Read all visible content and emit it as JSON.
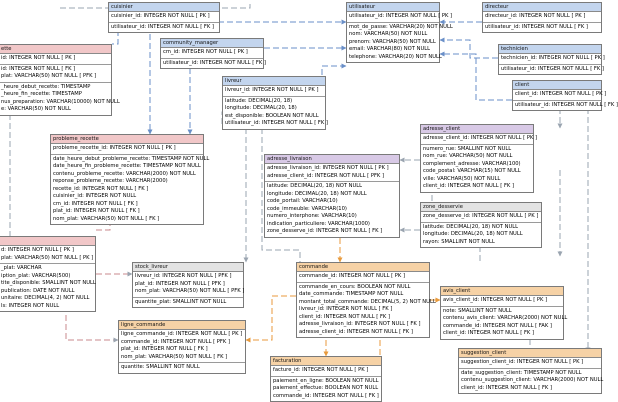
{
  "colors": {
    "blue": "#c3d5ee",
    "pink": "#f1c7c8",
    "purple": "#d8c9e6",
    "grey": "#e3e3e3",
    "orange": "#f6d2a6",
    "link_blue": "#6a8fc8",
    "link_orange": "#e89a3c",
    "link_grey": "#9aa4b0"
  },
  "tables": [
    {
      "key": "cuisinier",
      "title": "cuisinier",
      "color": "blue",
      "sections": [
        [
          "cuisinier_id: INTEGER  NOT NULL  [ PK ]"
        ],
        [
          "utilisateur_id: INTEGER  NOT NULL  [ FK ]"
        ]
      ]
    },
    {
      "key": "utilisateur",
      "title": "utilisateur",
      "color": "blue",
      "sections": [
        [
          "utilisateur_id: INTEGER  NOT NULL  [ PK ]"
        ],
        [
          "mot_de_passe: VARCHAR(20)  NOT NULL",
          "nom: VARCHAR(50)  NOT NULL",
          "prenom: VARCHAR(50)  NOT NULL",
          "email: VARCHAR(80)  NOT NULL",
          "telephone: VARCHAR(20)  NOT NULL"
        ]
      ]
    },
    {
      "key": "directeur",
      "title": "directeur",
      "color": "blue",
      "sections": [
        [
          "directeur_id: INTEGER  NOT NULL  [ PK ]"
        ],
        [
          "utilisateur_id: INTEGER  NOT NULL  [ FK ]"
        ]
      ]
    },
    {
      "key": "recette",
      "title": "ette",
      "color": "pink",
      "sections": [
        [
          "id: INTEGER  NOT NULL  [ PK ]"
        ],
        [
          "id: INTEGER  NOT NULL  [ FK ]",
          "plat: VARCHAR(50)  NOT NULL  [ PFK ]"
        ],
        [
          "_heure_debut_recette: TIMESTAMP",
          "_heure_fin_recette: TIMESTAMP",
          "nus_preparation: VARCHAR(10000)  NOT NULL",
          "e: VARCHAR(50)  NOT NULL"
        ]
      ]
    },
    {
      "key": "community_manager",
      "title": "community_manager",
      "color": "blue",
      "sections": [
        [
          "cm_id: INTEGER  NOT NULL  [ PK ]"
        ],
        [
          "utilisateur_id: INTEGER  NOT NULL  [ FK ]"
        ]
      ]
    },
    {
      "key": "technicien",
      "title": "technicien",
      "color": "blue",
      "sections": [
        [
          "technicien_id: INTEGER  NOT NULL  [ PK ]"
        ],
        [
          "utilisateur_id: INTEGER  NOT NULL  [ FK ]"
        ]
      ]
    },
    {
      "key": "livreur",
      "title": "livreur",
      "color": "blue",
      "sections": [
        [
          "livreur_id: INTEGER  NOT NULL  [ PK ]"
        ],
        [
          "latitude: DECIMAL(20, 18)",
          "longitude: DECIMAL(20, 18)",
          "est_disponible: BOOLEAN  NOT NULL",
          "utilisateur_id: INTEGER  NOT NULL  [ FK ]"
        ]
      ]
    },
    {
      "key": "client",
      "title": "client",
      "color": "blue",
      "sections": [
        [
          "client_id: INTEGER  NOT NULL  [ PK ]"
        ],
        [
          "utilisateur_id: INTEGER  NOT NULL  [ FK ]"
        ]
      ]
    },
    {
      "key": "probleme_recette",
      "title": "probleme_recette",
      "color": "pink",
      "sections": [
        [
          "probleme_recette_id: INTEGER  NOT NULL  [ PK ]"
        ],
        [
          "date_heure_debut_probleme_recette: TIMESTAMP  NOT NULL",
          "date_heure_fin_probleme_recette: TIMESTAMP  NOT NULL",
          "contenu_probleme_recette: VARCHAR(2000)  NOT NULL",
          "reponse_probleme_recette: VARCHAR(2000)",
          "recette_id: INTEGER  NOT NULL  [ FK ]",
          "cuisinier_id: INTEGER  NOT NULL",
          "cm_id: INTEGER  NOT NULL  [ FK ]",
          "plat_id: INTEGER  NOT NULL  [ FK ]",
          "nom_plat: VARCHAR(50)  NOT NULL  [ FK ]"
        ]
      ]
    },
    {
      "key": "adresse_client",
      "title": "adresse_client",
      "color": "purple",
      "sections": [
        [
          "adresse_client_id: INTEGER  NOT NULL  [ PK ]"
        ],
        [
          "numero_rue: SMALLINT  NOT NULL",
          "nom_rue: VARCHAR(50)  NOT NULL",
          "complement_adresse: VARCHAR(100)",
          "code_postal: VARCHAR(15)  NOT NULL",
          "ville: VARCHAR(50)  NOT NULL",
          "client_id: INTEGER  NOT NULL  [ FK ]"
        ]
      ]
    },
    {
      "key": "adresse_livraison",
      "title": "adresse_livraison",
      "color": "purple",
      "sections": [
        [
          "adresse_livraison_id: INTEGER  NOT NULL  [ PK ]",
          "adresse_client_id: INTEGER  NOT NULL  [ PFK ]"
        ],
        [
          "latitude: DECIMAL(20, 18)  NOT NULL",
          "longitude: DECIMAL(20, 18)  NOT NULL",
          "code_portail: VARCHAR(10)",
          "code_immeuble: VARCHAR(10)",
          "numero_interphone: VARCHAR(10)",
          "indication_particuliere: VARCHAR(1000)",
          "zone_desserve_id: INTEGER  NOT NULL  [ FK ]"
        ]
      ]
    },
    {
      "key": "zone_desservie",
      "title": "zone_desservie",
      "color": "grey",
      "sections": [
        [
          "zone_desserve_id: INTEGER  NOT NULL  [ PK ]"
        ],
        [
          "latitude: DECIMAL(20, 18)  NOT NULL",
          "longitude: DECIMAL(20, 18)  NOT NULL",
          "rayon: SMALLINT  NOT NULL"
        ]
      ]
    },
    {
      "key": "plat",
      "title": "",
      "color": "pink",
      "sections": [
        [
          "d: INTEGER  NOT NULL  [ PK ]",
          "plat: VARCHAR(50)  NOT NULL  [ PK ]"
        ],
        [
          "_plat: VARCHAR",
          "iption_plat: VARCHAR(500)",
          "tite_disponible: SMALLINT  NOT NULL",
          "publication: DATE  NOT NULL",
          "unitaire: DECIMAL(4, 2)  NOT NULL",
          "ls: INTEGER  NOT NULL"
        ]
      ]
    },
    {
      "key": "stock_livreur",
      "title": "stock_livreur",
      "color": "grey",
      "sections": [
        [
          "livreur_id: INTEGER  NOT NULL  [ PFK ]",
          "plat_id: INTEGER  NOT NULL  [ PFK ]",
          "nom_plat: VARCHAR(50)  NOT NULL  [ PFK ]"
        ],
        [
          "quantite_plat: SMALLINT  NOT NULL"
        ]
      ]
    },
    {
      "key": "commande",
      "title": "commande",
      "color": "orange",
      "sections": [
        [
          "commande_id: INTEGER  NOT NULL  [ PK ]"
        ],
        [
          "commande_en_cours: BOOLEAN  NOT NULL",
          "date_commande: TIMESTAMP  NOT NULL",
          "montant_total_commande: DECIMAL(5, 2)  NOT NULL",
          "livreur_id: INTEGER  NOT NULL  [ FK ]",
          "client_id: INTEGER  NOT NULL  [ FK ]",
          "adresse_livraison_id: INTEGER  NOT NULL  [ FK ]",
          "adresse_client_id: INTEGER  NOT NULL  [ FK ]"
        ]
      ]
    },
    {
      "key": "avis_client",
      "title": "avis_client",
      "color": "orange",
      "sections": [
        [
          "avis_client_id: INTEGER  NOT NULL  [ PK ]"
        ],
        [
          "note: SMALLINT  NOT NULL",
          "contenu_avis_client: VARCHAR(2000)  NOT NULL",
          "commande_id: INTEGER  NOT NULL  [ FAK ]",
          "client_id: INTEGER  NOT NULL  [ FK ]"
        ]
      ]
    },
    {
      "key": "ligne_commande",
      "title": "ligne_commande",
      "color": "orange",
      "sections": [
        [
          "ligne_commande_id: INTEGER  NOT NULL  [ PK ]",
          "commande_id: INTEGER  NOT NULL  [ PFK ]",
          "plat_id: INTEGER  NOT NULL  [ FK ]",
          "nom_plat: VARCHAR(50)  NOT NULL  [ FK ]"
        ],
        [
          "quantite: SMALLINT  NOT NULL"
        ]
      ]
    },
    {
      "key": "suggestion_client",
      "title": "suggestion_client",
      "color": "orange",
      "sections": [
        [
          "suggestion_client_id: INTEGER  NOT NULL  [ PK ]"
        ],
        [
          "date_suggestion_client: TIMESTAMP  NOT NULL",
          "contenu_suggestion_client: VARCHAR(2000)  NOT NULL",
          "client_id: INTEGER  NOT NULL  [ FK ]"
        ]
      ]
    },
    {
      "key": "facturation",
      "title": "facturation",
      "color": "orange",
      "sections": [
        [
          "facture_id: INTEGER  NOT NULL  [ PK ]"
        ],
        [
          "paiement_en_ligne: BOOLEAN  NOT NULL",
          "paiement_effectue: BOOLEAN  NOT NULL",
          "commande_id: INTEGER  NOT NULL  [ FK ]"
        ]
      ]
    }
  ]
}
